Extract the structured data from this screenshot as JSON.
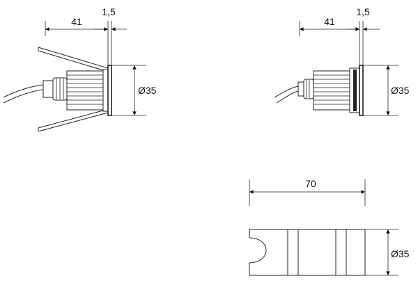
{
  "drawing": {
    "view_left": {
      "length_label": "41",
      "flange_label": "1,5",
      "diameter_label": "Ø35"
    },
    "view_right": {
      "length_label": "41",
      "flange_label": "1,5",
      "diameter_label": "Ø35"
    },
    "view_bottom": {
      "length_label": "70",
      "diameter_label": "Ø35"
    }
  }
}
